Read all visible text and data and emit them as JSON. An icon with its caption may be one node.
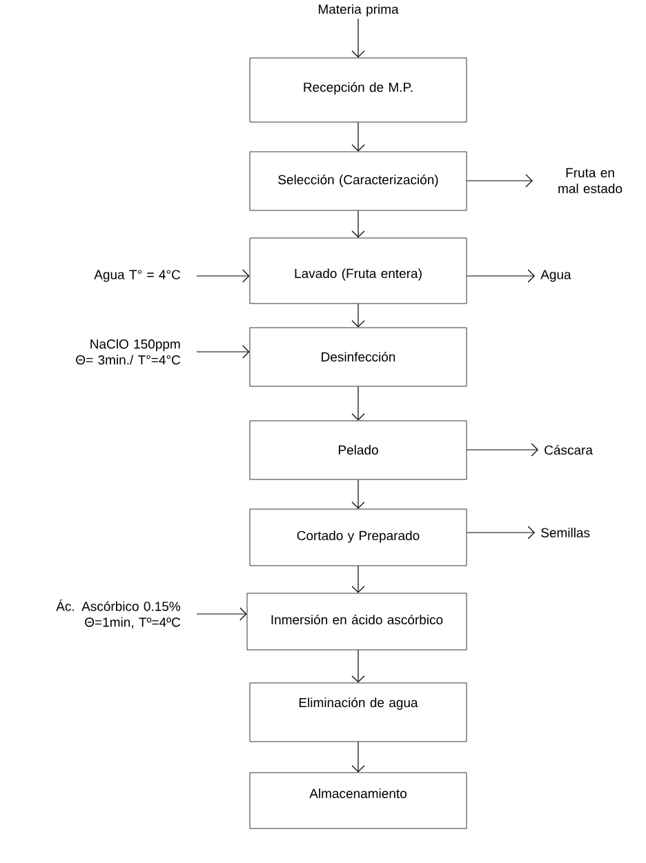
{
  "diagram": {
    "nodes": [
      {
        "text": [
          "Materia prima"
        ]
      },
      {
        "text": [
          "Recepción de M.P."
        ]
      },
      {
        "text": [
          "Selección (Caracterización)"
        ]
      },
      {
        "text": [
          "Fruta en mal estado"
        ]
      },
      {
        "text": [
          "Agua T° = 4°C"
        ]
      },
      {
        "text": [
          "Lavado (Fruta entera)"
        ]
      },
      {
        "text": [
          "Agua"
        ]
      },
      {
        "text": [
          "NaClO 150ppm Θ= 3min./ T°=4°C"
        ]
      },
      {
        "text": [
          "Desinfección"
        ]
      },
      {
        "text": [
          "Pelado"
        ]
      },
      {
        "text": [
          "Cáscara"
        ]
      },
      {
        "text": [
          "Cortado y Preparado"
        ]
      },
      {
        "text": [
          "Semillas"
        ]
      },
      {
        "text": [
          "Ác. Ascórbico 0.15% Θ=1min, Tº=4ºC"
        ]
      },
      {
        "text": [
          "Inmersión en ácido ascórbico"
        ]
      },
      {
        "text": [
          "Eliminación de agua"
        ]
      },
      {
        "text": [
          "Almacenamiento"
        ]
      }
    ],
    "edges": [
      {
        "from": 0,
        "to": 1,
        "arrow": "to"
      },
      {
        "from": 1,
        "to": 2,
        "arrow": "to"
      },
      {
        "from": 2,
        "to": 3,
        "arrow": "to"
      },
      {
        "from": 2,
        "to": 5,
        "arrow": "to"
      },
      {
        "from": 4,
        "to": 5,
        "arrow": "to"
      },
      {
        "from": 5,
        "to": 6,
        "arrow": "to"
      },
      {
        "from": 5,
        "to": 8,
        "arrow": "to"
      },
      {
        "from": 7,
        "to": 8,
        "arrow": "to"
      },
      {
        "from": 8,
        "to": 9,
        "arrow": "to"
      },
      {
        "from": 9,
        "to": 10,
        "arrow": "to"
      },
      {
        "from": 9,
        "to": 11,
        "arrow": "to"
      },
      {
        "from": 11,
        "to": 12,
        "arrow": "to"
      },
      {
        "from": 11,
        "to": 14,
        "arrow": "to"
      },
      {
        "from": 13,
        "to": 14,
        "arrow": "to"
      },
      {
        "from": 14,
        "to": 15,
        "arrow": "to"
      },
      {
        "from": 15,
        "to": 16,
        "arrow": "to"
      }
    ]
  }
}
